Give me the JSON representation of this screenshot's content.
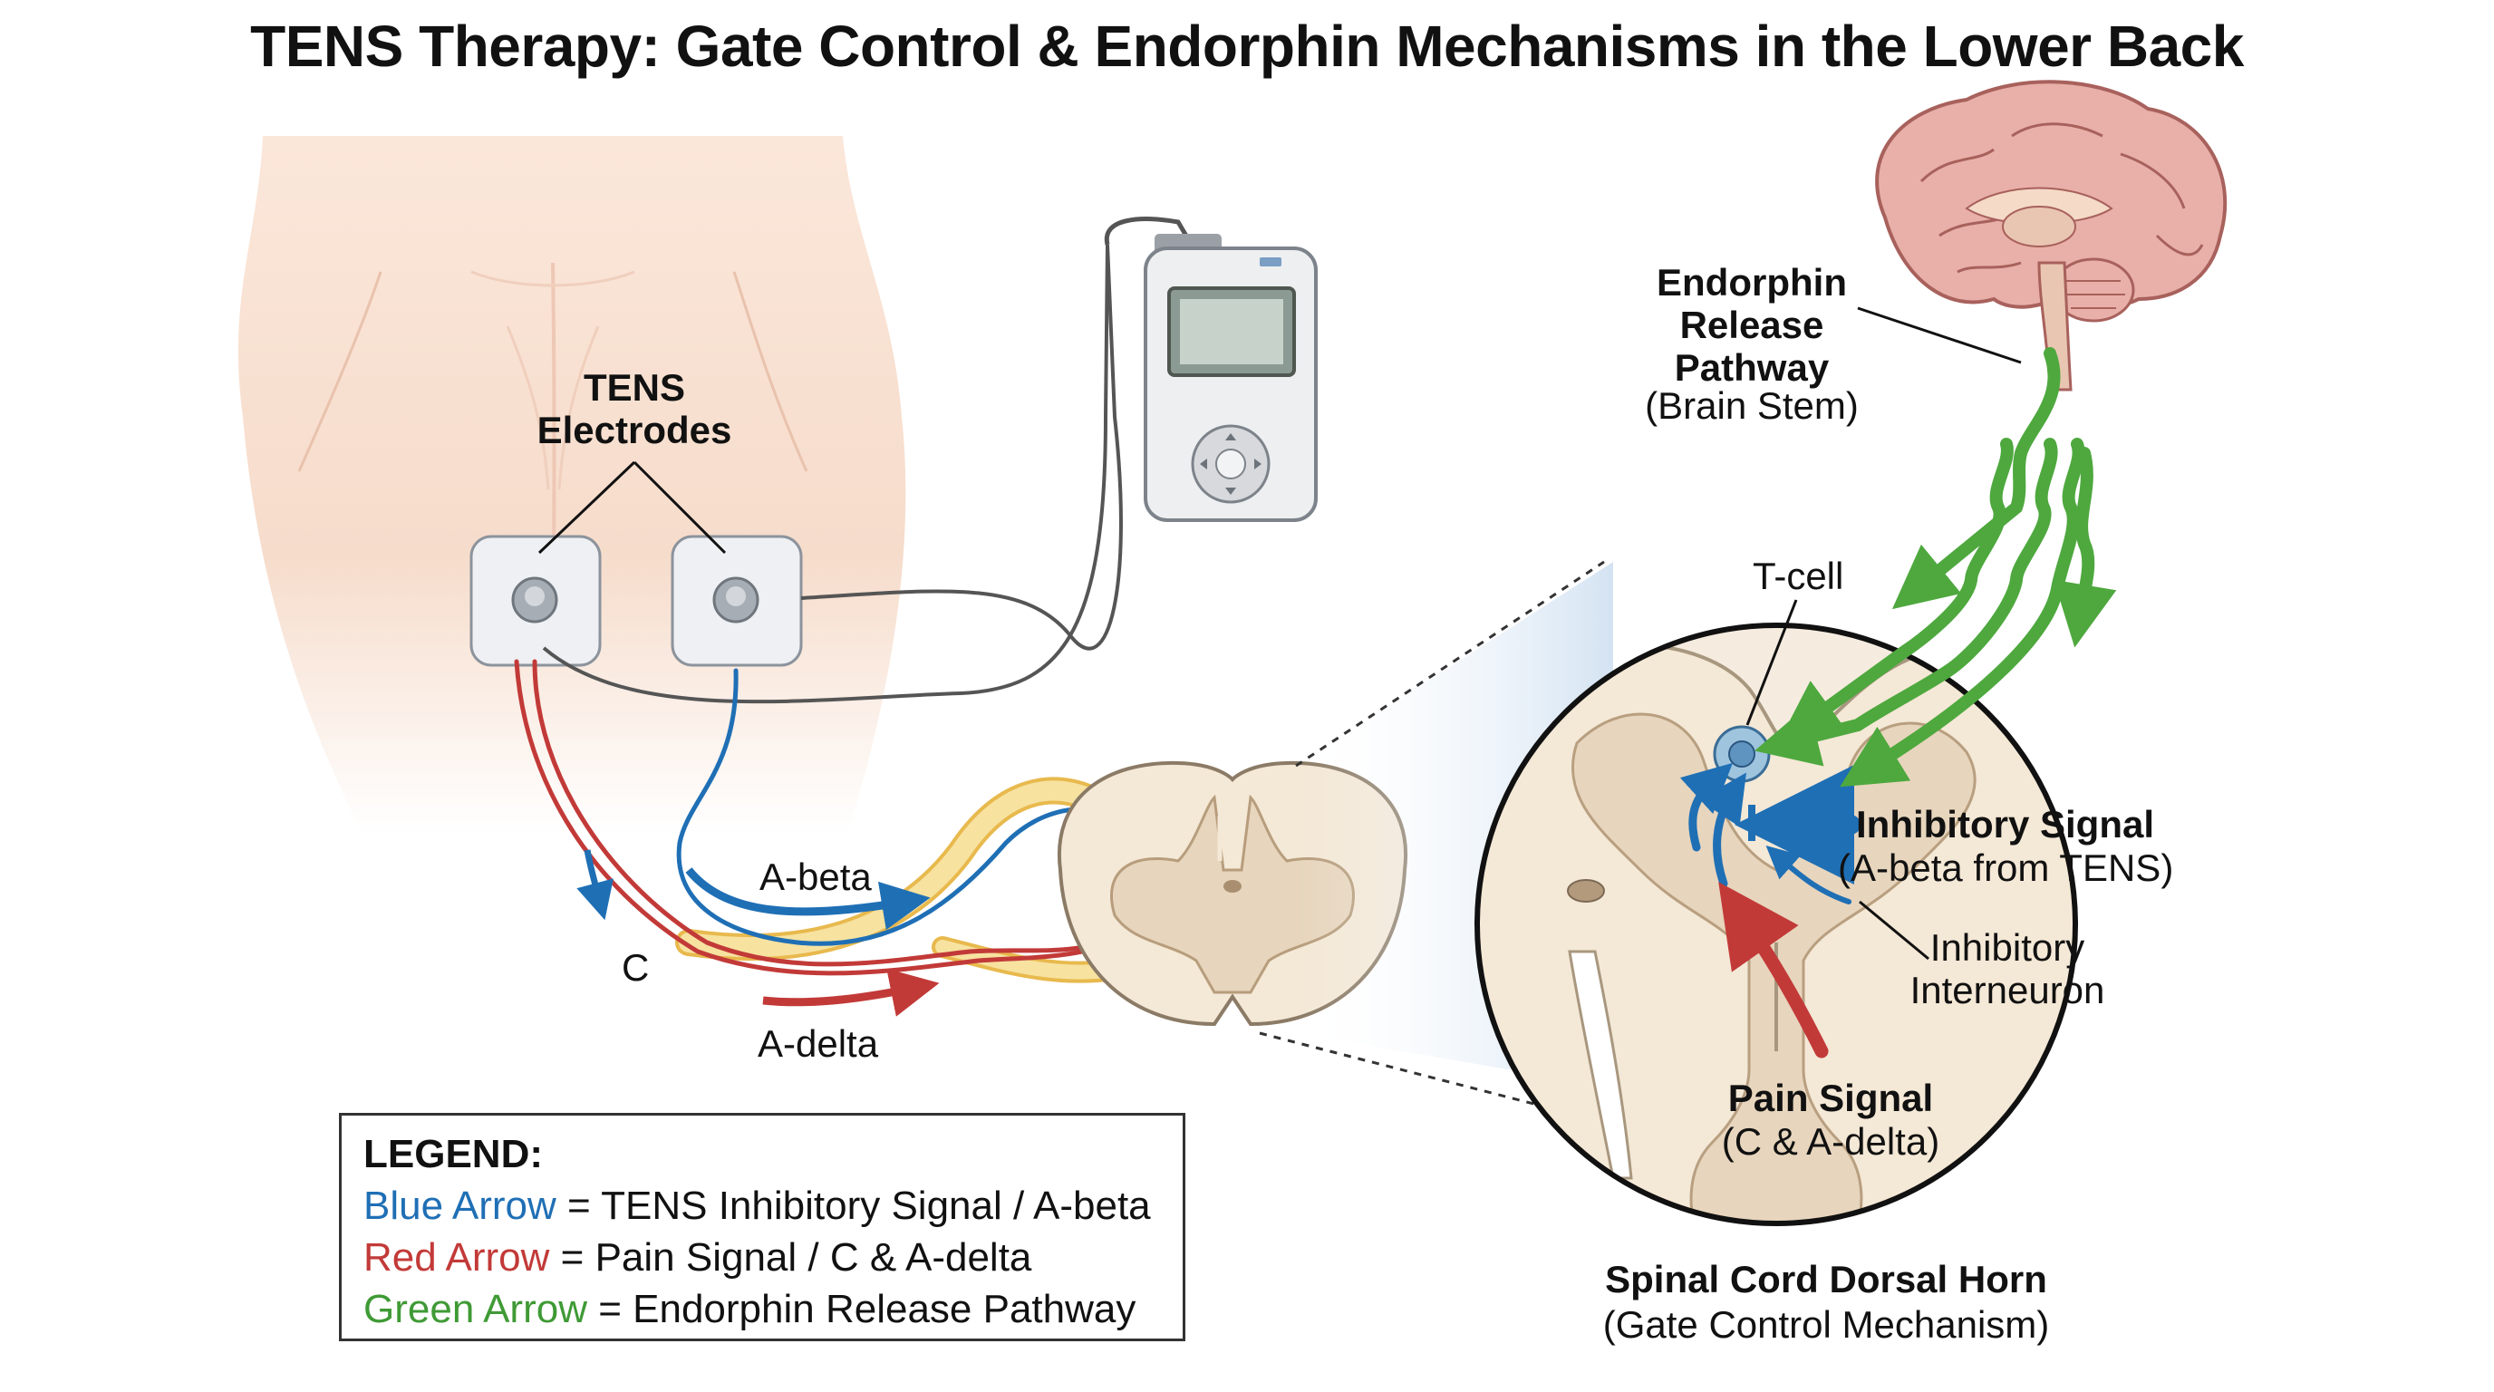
{
  "title": "TENS Therapy: Gate Control & Endorphin Mechanisms in the Lower Back",
  "colors": {
    "blue": "#1f6fb5",
    "red": "#c23a38",
    "green": "#3f9a35",
    "skin": "#f6dccb",
    "gray_matter": "#e7d5bd",
    "white_matter": "#f4e8d6",
    "brain": "#e8b0a8",
    "nerve_yellow": "#f3d27a"
  },
  "labels": {
    "electrodes": "TENS\nElectrodes",
    "a_beta": "A-beta",
    "c": "C",
    "a_delta": "A-delta",
    "endorphin_title": "Endorphin\nRelease\nPathway",
    "endorphin_sub": "(Brain Stem)",
    "t_cell": "T-cell",
    "inhibitory_signal_title": "Inhibitory Signal",
    "inhibitory_signal_sub": "(A-beta from TENS)",
    "inhibitory_interneuron": "Inhibitory\nInterneuron",
    "pain_signal_title": "Pain Signal",
    "pain_signal_sub": "(C & A-delta)",
    "dorsal_horn_title": "Spinal Cord Dorsal Horn",
    "dorsal_horn_sub": "(Gate Control Mechanism)"
  },
  "legend": {
    "heading": "LEGEND:",
    "items": [
      {
        "key": "Blue Arrow",
        "text": " = TENS Inhibitory Signal / A-beta",
        "color": "blue"
      },
      {
        "key": "Red Arrow",
        "text": " = Pain Signal / C & A-delta",
        "color": "red"
      },
      {
        "key": "Green Arrow",
        "text": " = Endorphin Release Pathway",
        "color": "green"
      }
    ]
  }
}
